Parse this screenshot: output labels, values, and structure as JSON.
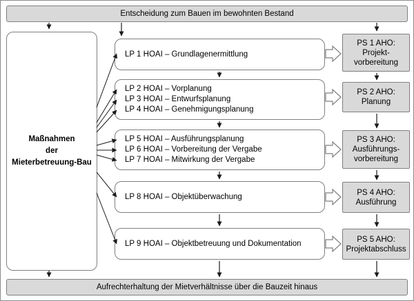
{
  "top_banner": "Entscheidung zum Bauen im bewohnten Bestand",
  "bottom_banner": "Aufrechterhaltung der Mietverhältnisse über die Bauzeit hinaus",
  "left_box": {
    "lines": [
      "Maßnahmen",
      "der",
      "Mieterbetreuung-Bau"
    ]
  },
  "lp_boxes": [
    {
      "lines": [
        "LP 1 HOAI – Grundlagenermittlung"
      ]
    },
    {
      "lines": [
        "LP 2 HOAI – Vorplanung",
        "LP 3 HOAI – Entwurfsplanung",
        "LP 4 HOAI – Genehmigungsplanung"
      ]
    },
    {
      "lines": [
        "LP 5 HOAI – Ausführungsplanung",
        "LP 6 HOAI – Vorbereitung der Vergabe",
        "LP 7 HOAI – Mitwirkung der Vergabe"
      ]
    },
    {
      "lines": [
        "LP 8 HOAI – Objektüberwachung"
      ]
    },
    {
      "lines": [
        "LP 9 HOAI – Objektbetreuung und Dokumentation"
      ]
    }
  ],
  "ps_boxes": [
    {
      "lines": [
        "PS 1 AHO:",
        "Projekt-",
        "vorbereitung"
      ]
    },
    {
      "lines": [
        "PS 2 AHO:",
        "Planung"
      ]
    },
    {
      "lines": [
        "PS 3 AHO:",
        "Ausführungs-",
        "vorbereitung"
      ]
    },
    {
      "lines": [
        "PS 4 AHO:",
        "Ausführung"
      ]
    },
    {
      "lines": [
        "PS 5 AHO:",
        "Projektabschluss"
      ]
    }
  ],
  "colors": {
    "gray_fill": "#d9d9d9",
    "box_border": "#7f7f7f",
    "arrow": "#1a1a1a",
    "block_arrow_fill": "#ffffff"
  }
}
